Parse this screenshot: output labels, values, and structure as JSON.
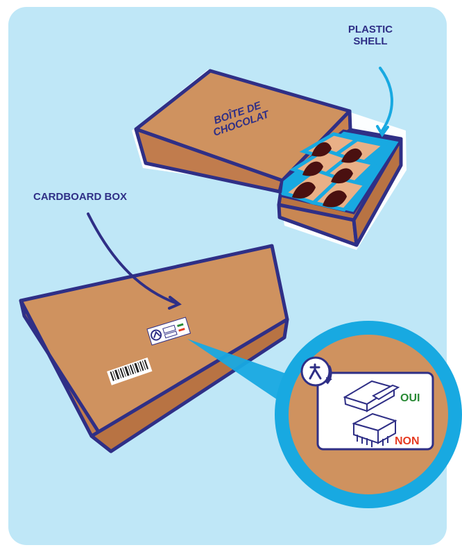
{
  "labels": {
    "plastic_shell": "PLASTIC\nSHELL",
    "cardboard_box": "CARDBOARD BOX",
    "box_title": "BOÎTE DE\nCHOCOLAT"
  },
  "zoomed_label": {
    "oui": "OUI",
    "non": "NON"
  },
  "colors": {
    "background": "#bfe7f7",
    "outline": "#2f2f86",
    "cardboard": "#cf925f",
    "plastic": "#18a9e1",
    "chocolate": "#4a1010",
    "yes": "#2a8a36",
    "no": "#e63b22"
  },
  "icons": [
    "recycling-person-icon",
    "box-outline-icon",
    "tray-outline-icon",
    "barcode-icon"
  ]
}
